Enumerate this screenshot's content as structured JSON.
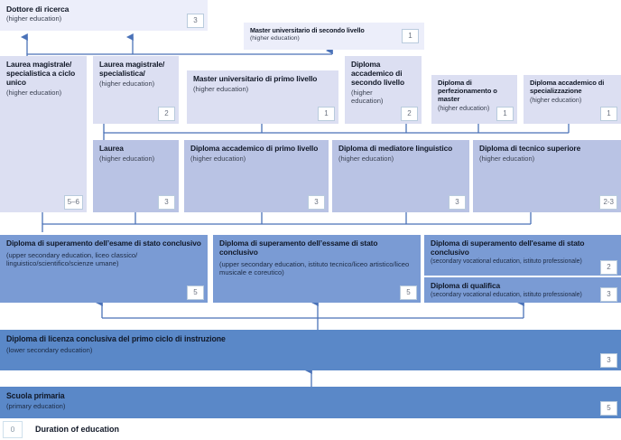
{
  "diagram": {
    "title": "Italian education system qualifications flow",
    "legend": {
      "chip": "0",
      "label": "Duration of education"
    },
    "colors": {
      "tier_doctorate": "#eceefa",
      "tier_second_cycle": "#dcdff2",
      "tier_first_cycle": "#b9c3e4",
      "tier_upper_secondary": "#7a9bd4",
      "tier_lower_secondary": "#5a88c8",
      "connector": "#4a72b8",
      "chip_border": "#b9cbdd"
    },
    "boxes": [
      {
        "id": "dottore-di-ricerca",
        "title": "Dottore di ricerca",
        "subtitle": "(higher education)",
        "duration": "3",
        "tier": "doctorate"
      },
      {
        "id": "master-universitario-secondo-livello",
        "title": "Master universitario di secondo livello",
        "subtitle": "(higher education)",
        "duration": "1",
        "tier": "doctorate"
      },
      {
        "id": "laurea-magistrale-ciclo-unico",
        "title": "Laurea magistrale/ specialistica a ciclo unico",
        "subtitle": "(higher education)",
        "duration": "5–6",
        "tier": "second-cycle"
      },
      {
        "id": "laurea-magistrale-specialistica",
        "title": "Laurea magistrale/ specialistica/",
        "subtitle": "(higher education)",
        "duration": "2",
        "tier": "second-cycle"
      },
      {
        "id": "master-universitario-primo-livello",
        "title": "Master universitario di primo livello",
        "subtitle": "(higher education)",
        "duration": "1",
        "tier": "second-cycle"
      },
      {
        "id": "diploma-accademico-secondo-livello",
        "title": "Diploma accademico di secondo livello",
        "subtitle": "(higher education)",
        "duration": "2",
        "tier": "second-cycle"
      },
      {
        "id": "diploma-perfezionamento-master",
        "title": "Diploma di perfezionamento o master",
        "subtitle": "(higher education)",
        "duration": "1",
        "tier": "second-cycle"
      },
      {
        "id": "diploma-accademico-specializzazione",
        "title": "Diploma accademico di specializzazione",
        "subtitle": "(higher education)",
        "duration": "1",
        "tier": "second-cycle"
      },
      {
        "id": "laurea",
        "title": "Laurea",
        "subtitle": "(higher education)",
        "duration": "3",
        "tier": "first-cycle"
      },
      {
        "id": "diploma-accademico-primo-livello",
        "title": "Diploma accademico di primo livello",
        "subtitle": "(higher education)",
        "duration": "3",
        "tier": "first-cycle"
      },
      {
        "id": "diploma-mediatore-linguistico",
        "title": "Diploma di mediatore linguistico",
        "subtitle": "(higher education)",
        "duration": "3",
        "tier": "first-cycle"
      },
      {
        "id": "diploma-tecnico-superiore",
        "title": "Diploma di tecnico superiore",
        "subtitle": "(higher education)",
        "duration": "2-3",
        "tier": "first-cycle"
      },
      {
        "id": "esame-stato-liceo",
        "title": "Diploma di superamento dell’esame di stato conclusivo",
        "subtitle": "(upper secondary education, liceo classico/ linguistico/scientifico/scienze umane)",
        "duration": "5",
        "tier": "upper-secondary"
      },
      {
        "id": "esame-stato-istituto-tecnico",
        "title": "Diploma di superamento dell’essame di stato conclusivo",
        "subtitle": "(upper secondary education, istituto tecnico/liceo artistico/liceo musicale e coreutico)",
        "duration": "5",
        "tier": "upper-secondary"
      },
      {
        "id": "esame-stato-professionale",
        "title": "Diploma di superamento dell'esame di stato conclusivo",
        "subtitle": "(secondary vocational education, istituto professionale)",
        "duration": "2",
        "tier": "upper-secondary"
      },
      {
        "id": "diploma-di-qualifica",
        "title": "Diploma di qualifica",
        "subtitle": "(secondary vocational education, istituto professionale)",
        "duration": "3",
        "tier": "upper-secondary"
      },
      {
        "id": "licenza-primo-ciclo",
        "title": "Diploma di licenza conclusiva del primo ciclo di instruzione",
        "subtitle": "(lower secondary education)",
        "duration": "3",
        "tier": "lower-secondary"
      },
      {
        "id": "scuola-primaria",
        "title": "Scuola primaria",
        "subtitle": "(primary education)",
        "duration": "5",
        "tier": "lower-secondary"
      }
    ]
  }
}
